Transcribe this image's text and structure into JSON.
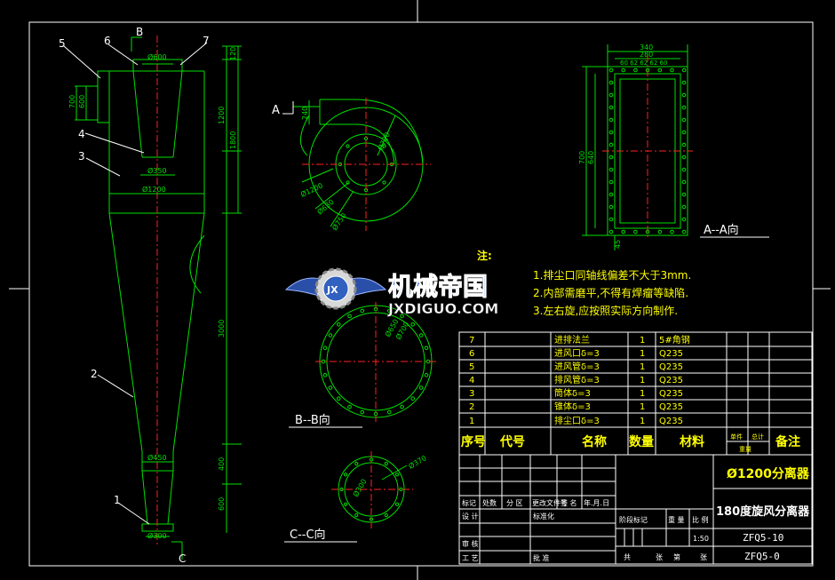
{
  "watermark": {
    "cn": "机械帝国",
    "en": "JXDIGUO.COM",
    "badge": "JX"
  },
  "sections": {
    "aa": "A--A向",
    "bb": "B--B向",
    "cc": "C--C向"
  },
  "markers": {
    "b": "B",
    "c": "C",
    "a": "A"
  },
  "balloons": [
    "1",
    "2",
    "3",
    "4",
    "5",
    "6",
    "7"
  ],
  "main_view": {
    "d600": "Ø600",
    "d350": "Ø350",
    "d1200": "Ø1200",
    "d450": "Ø450",
    "d300": "Ø300",
    "h120": "120",
    "h1200": "1200",
    "h1800": "1800",
    "h3000": "3000",
    "h400": "400",
    "h600": "600",
    "w700": "700",
    "w600": "600"
  },
  "top_view": {
    "d1200": "Ø1200",
    "d630": "Ø630",
    "d750": "Ø750",
    "d720": "Ø720",
    "w240": "240"
  },
  "aa_view": {
    "w340": "340",
    "w280": "280",
    "segs": "60 62 62 62 60",
    "h700": "700",
    "h640": "640",
    "h45": "45"
  },
  "bb_view": {
    "d650": "Ø650",
    "d700": "Ø700"
  },
  "cc_view": {
    "d300": "Ø300",
    "d370": "Ø370"
  },
  "notes": {
    "title": "注:",
    "line1": "1.排尘口同轴线偏差不大于3mm.",
    "line2": "2.内部需磨平,不得有焊瘤等缺陷.",
    "line3": "3.左右旋,应按照实际方向制作."
  },
  "bom": {
    "rows": [
      {
        "no": "7",
        "name": "进排法兰",
        "qty": "1",
        "mat": "5#角钢"
      },
      {
        "no": "6",
        "name": "进风口δ=3",
        "qty": "1",
        "mat": "Q235"
      },
      {
        "no": "5",
        "name": "进风管δ=3",
        "qty": "1",
        "mat": "Q235"
      },
      {
        "no": "4",
        "name": "排风管δ=3",
        "qty": "1",
        "mat": "Q235"
      },
      {
        "no": "3",
        "name": "筒体δ=3",
        "qty": "1",
        "mat": "Q235"
      },
      {
        "no": "2",
        "name": "锥体δ=3",
        "qty": "1",
        "mat": "Q235"
      },
      {
        "no": "1",
        "name": "排尘口δ=3",
        "qty": "1",
        "mat": "Q235"
      }
    ],
    "header": {
      "no": "序号",
      "code": "代号",
      "name": "名称",
      "qty": "数量",
      "mat": "材料",
      "single": "单件",
      "total": "总计",
      "weight": "重量",
      "remark": "备注"
    }
  },
  "title_block": {
    "name1": "Ø1200分离器",
    "name2": "180度旋风分离器",
    "code1": "ZFQ5-10",
    "code2": "ZFQ5-0",
    "scale": "1:50",
    "labels": {
      "mark": "标记",
      "count": "处数",
      "zone": "分 区",
      "docno": "更改文件号",
      "sign": "签 名",
      "date": "年.月.日",
      "design": "设 计",
      "std": "标准化",
      "stage": "阶段标记",
      "weight": "重 量",
      "ratio": "比 例",
      "check": "审 核",
      "process": "工 艺",
      "approve": "批 准",
      "total": "共",
      "sheet": "张",
      "of": "第",
      "sheet2": "张"
    }
  },
  "colors": {
    "bg": "#000000",
    "line": "#00e000",
    "cyan": "#00e0e0",
    "red": "#ff2020",
    "white": "#ffffff",
    "yellow": "#ffff00"
  }
}
